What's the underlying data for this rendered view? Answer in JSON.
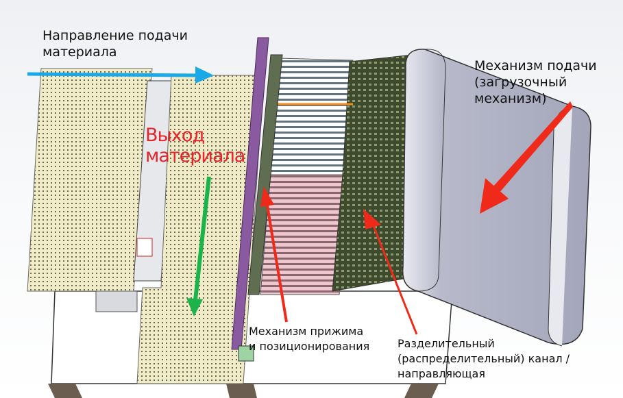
{
  "labels": {
    "feed_direction": [
      "Направление подачи",
      "материала"
    ],
    "material_output": [
      "Выход",
      "материала"
    ],
    "feed_mechanism": [
      "Механизм подачи",
      "(загрузочный",
      "механизм)"
    ],
    "clamp_mechanism": [
      "Механизм прижима",
      "и позиционирования"
    ],
    "separator_channel": [
      "Разделительный",
      "(распределительный) канал /",
      "направляющая"
    ]
  },
  "colors": {
    "blue_arrow": "#19a8e8",
    "green_arrow": "#1bb34a",
    "red_arrow": "#f02a1a",
    "orange_marker": "#f28a1c",
    "rail": "#8a5aa0",
    "panel": "#f1ecc8",
    "roller": "#a9acc0"
  }
}
